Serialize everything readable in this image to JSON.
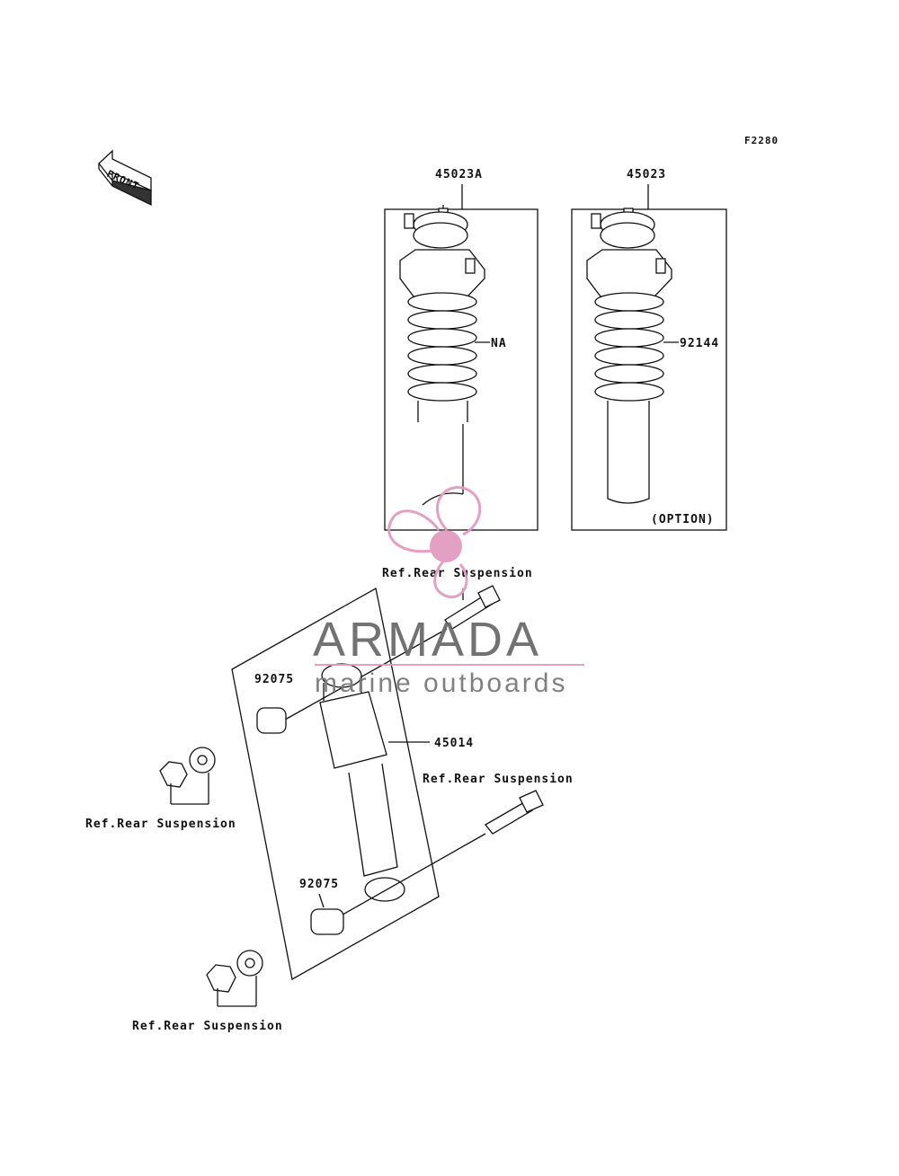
{
  "diagram_code": "F2280",
  "front_label": "FRONT",
  "parts": {
    "top_left_assembly": "45023A",
    "top_right_assembly": "45023",
    "spring_left": "NA",
    "spring_right": "92144",
    "option_note": "(OPTION)",
    "shock": "45014",
    "bushing_upper": "92075",
    "bushing_lower": "92075"
  },
  "refs": {
    "ref_top": "Ref.Rear Suspension",
    "ref_right": "Ref.Rear Suspension",
    "ref_left": "Ref.Rear Suspension",
    "ref_bottom": "Ref.Rear Suspension"
  },
  "watermark": {
    "brand": "ARMADA",
    "tagline": "marine outboards",
    "accent_color": "#e39bc0"
  }
}
